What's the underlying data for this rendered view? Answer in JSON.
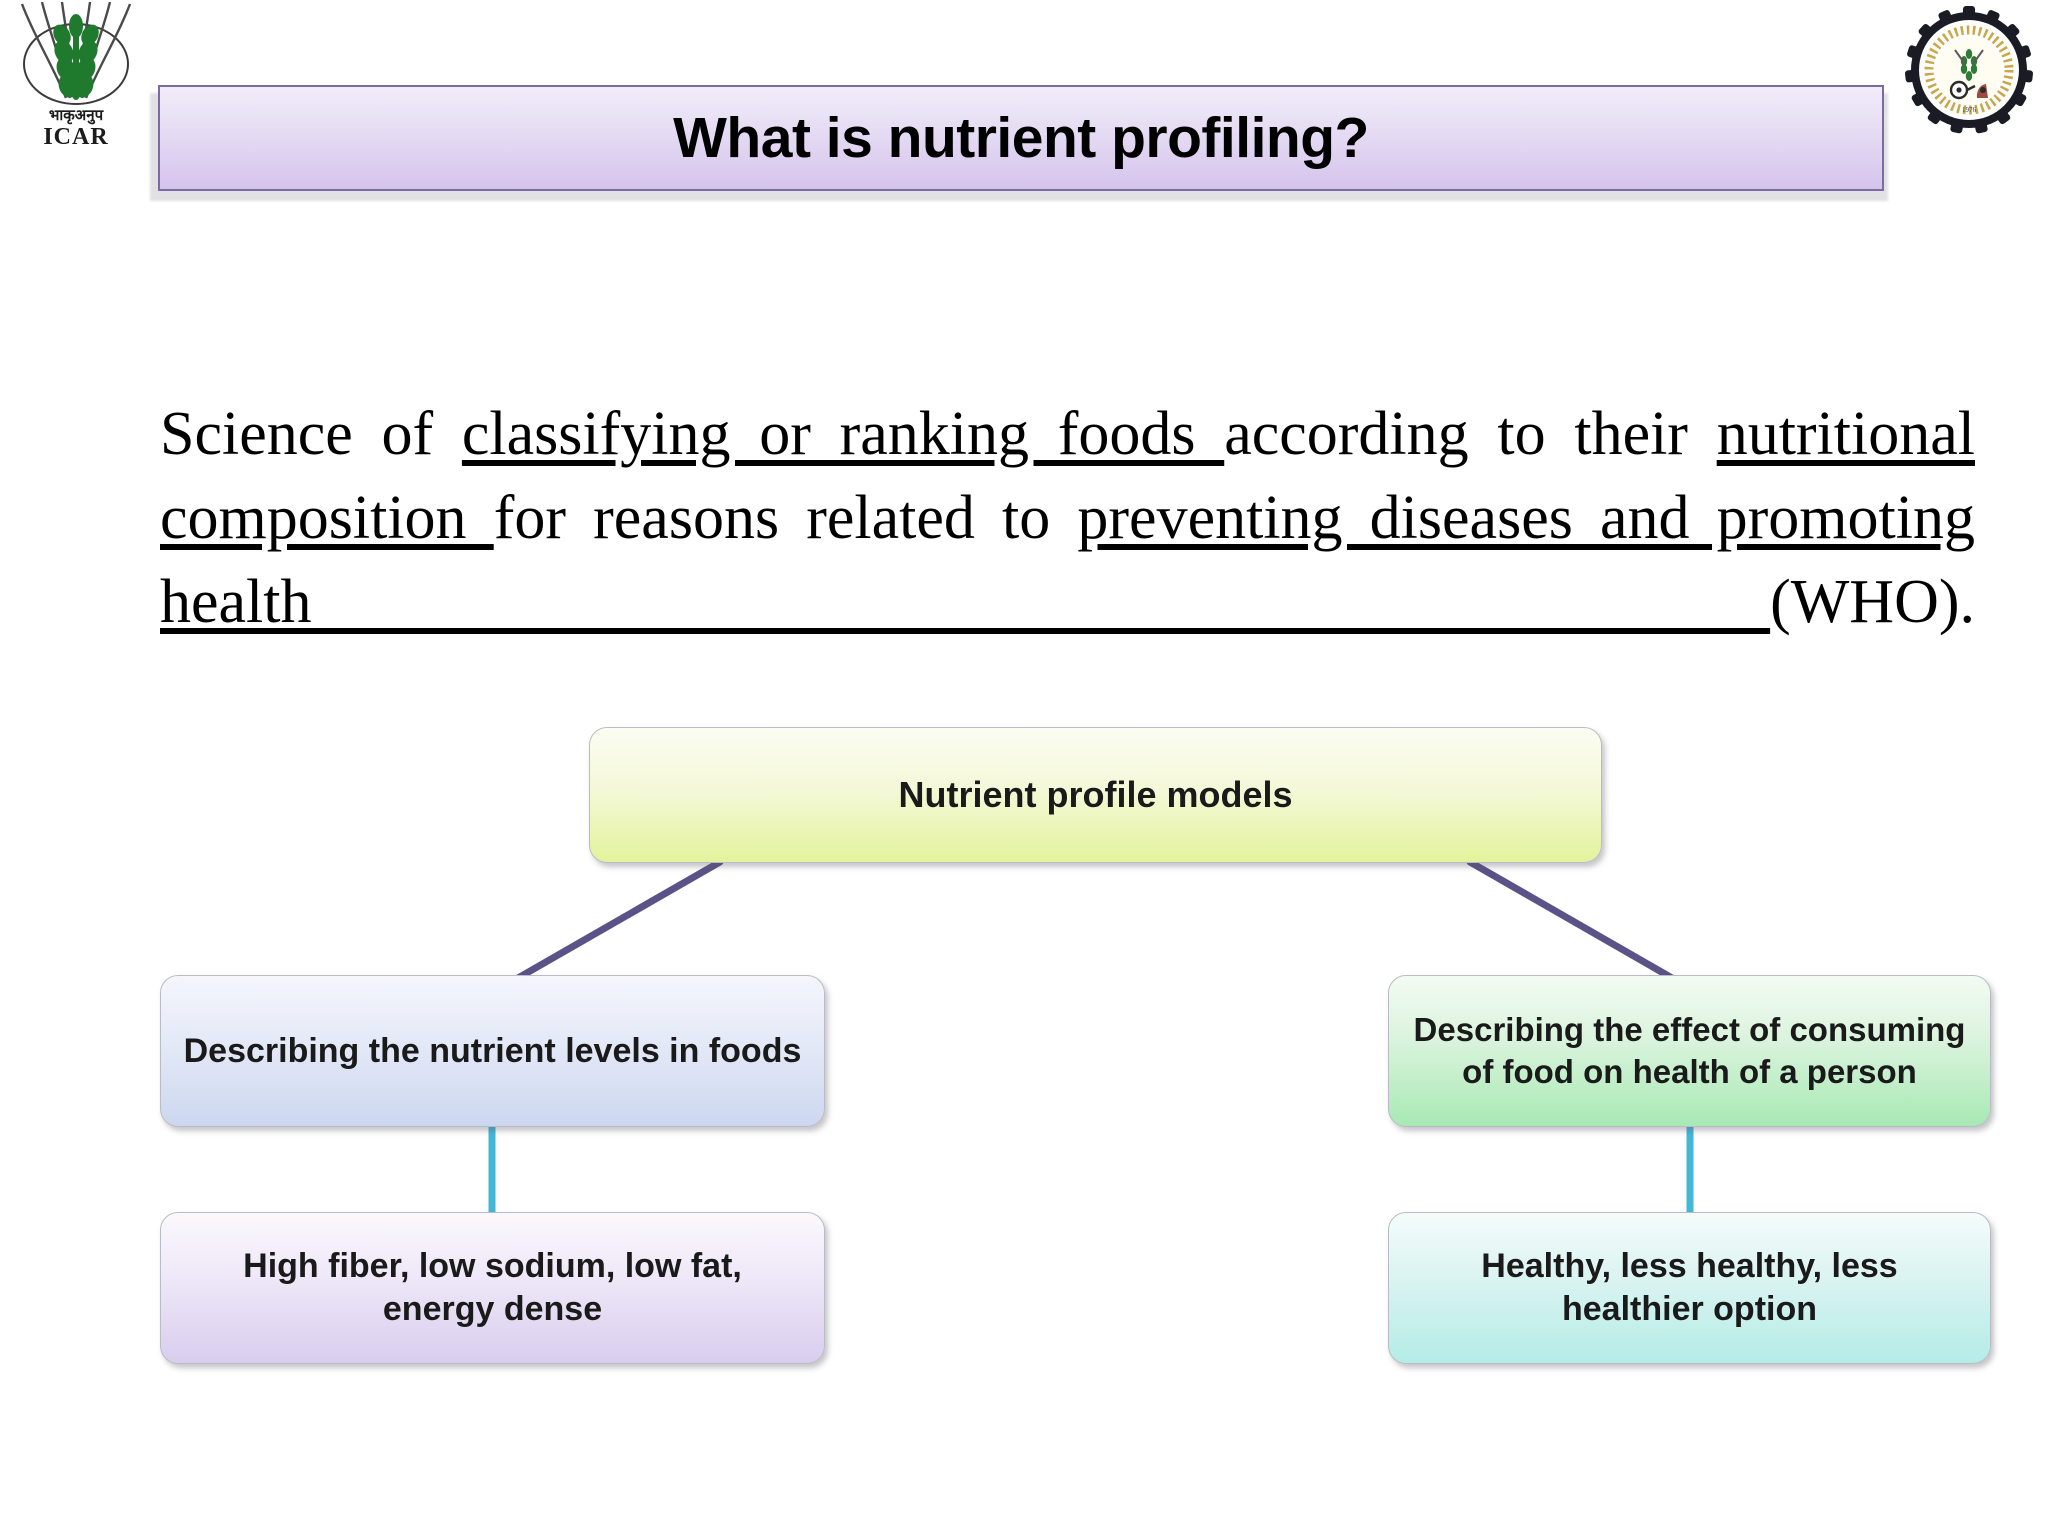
{
  "slide": {
    "title": "What is nutrient profiling?",
    "logos": {
      "left": {
        "icon": "icar-wheat-logo",
        "acronym": "ICAR",
        "script_line": "भाकृअनुप"
      },
      "right": {
        "icon": "ciae-gear-emblem"
      }
    },
    "body": {
      "segments": [
        {
          "text": "Science of ",
          "underline": false
        },
        {
          "text": "classifying or ranking foods ",
          "underline": true
        },
        {
          "text": "according to their ",
          "underline": false
        },
        {
          "text": "nutritional composition ",
          "underline": true
        },
        {
          "text": "for reasons related to ",
          "underline": false
        },
        {
          "text": "preventing diseases and promoting health ",
          "underline": true
        },
        {
          "text": "(WHO).",
          "underline": false
        }
      ],
      "plain": "Science of classifying or ranking foods according to their nutritional composition for reasons related to preventing diseases and promoting health (WHO)."
    }
  },
  "chart_data": {
    "type": "diagram",
    "title": "Nutrient profile models",
    "nodes": [
      {
        "id": "root",
        "label": "Nutrient profile models",
        "level": 0,
        "fill": "#e3f39c"
      },
      {
        "id": "left-mid",
        "label": "Describing the nutrient levels in foods",
        "level": 1,
        "fill": "#ccd7ef"
      },
      {
        "id": "right-mid",
        "label": "Describing the effect of consuming of food on health of a person",
        "level": 1,
        "fill": "#a8e9b4"
      },
      {
        "id": "left-leaf",
        "label": "High fiber, low sodium, low fat, energy dense",
        "level": 2,
        "fill": "#d9cdee"
      },
      {
        "id": "right-leaf",
        "label": "Healthy, less healthy, less healthier option",
        "level": 2,
        "fill": "#b4ece7"
      }
    ],
    "edges": [
      {
        "from": "root",
        "to": "left-mid",
        "color": "#5b5287",
        "style": "diagonal"
      },
      {
        "from": "root",
        "to": "right-mid",
        "color": "#5b5287",
        "style": "diagonal"
      },
      {
        "from": "left-mid",
        "to": "left-leaf",
        "color": "#44b6d6",
        "style": "vertical"
      },
      {
        "from": "right-mid",
        "to": "right-leaf",
        "color": "#44b6d6",
        "style": "vertical"
      }
    ]
  },
  "colors": {
    "title_border": "#7b6ba3",
    "title_fill_top": "#f1ecf8",
    "title_fill_bottom": "#d4c4ec",
    "edge_diagonal": "#5b5287",
    "edge_vertical": "#44b6d6",
    "background": "#ffffff"
  }
}
